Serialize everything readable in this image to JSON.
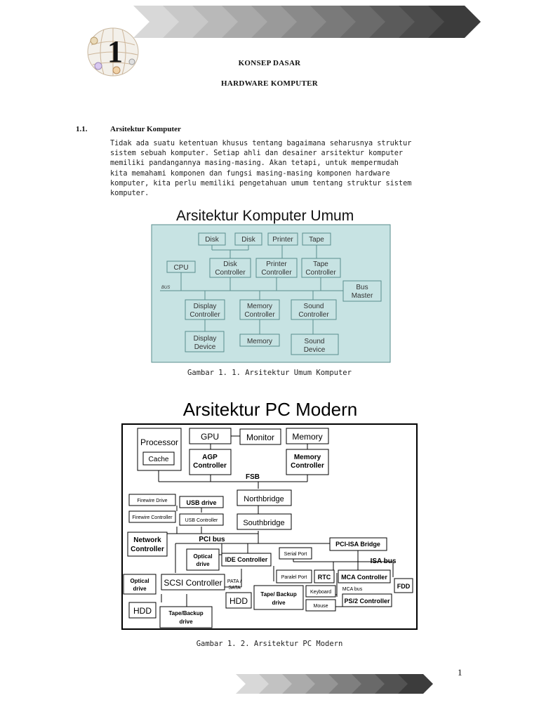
{
  "header": {
    "chapter_number": "1",
    "title_line1": "KONSEP DASAR",
    "title_line2": "HARDWARE KOMPUTER"
  },
  "section": {
    "number": "1.1.",
    "title": "Arsitektur Komputer",
    "paragraph_lines": [
      "Tidak ada suatu ketentuan khusus tentang bagaimana seharusnya struktur",
      "sistem sebuah komputer. Setiap ahli dan desainer arsitektur komputer",
      "memiliki pandangannya masing-masing. Akan tetapi, untuk mempermudah",
      "kita memahami komponen dan fungsi masing-masing komponen hardware",
      "komputer, kita perlu memiliki pengetahuan umum tentang struktur sistem",
      "komputer."
    ]
  },
  "figure1": {
    "title": "Arsitektur Komputer Umum",
    "caption": "Gambar 1. 1. Arsitektur Umum Komputer",
    "bus_label": "BUS",
    "boxes": {
      "disk1": "Disk",
      "disk2": "Disk",
      "printer": "Printer",
      "tape": "Tape",
      "cpu": "CPU",
      "disk_controller": [
        "Disk",
        "Controller"
      ],
      "printer_controller": [
        "Printer",
        "Controller"
      ],
      "tape_controller": [
        "Tape",
        "Controller"
      ],
      "bus_master": [
        "Bus",
        "Master"
      ],
      "display_controller": [
        "Display",
        "Controller"
      ],
      "memory_controller": [
        "Memory",
        "Controller"
      ],
      "sound_controller": [
        "Sound",
        "Controller"
      ],
      "display_device": [
        "Display",
        "Device"
      ],
      "memory": "Memory",
      "sound_device": [
        "Sound",
        "Device"
      ]
    }
  },
  "figure2": {
    "title": "Arsitektur PC Modern",
    "caption": "Gambar 1. 2. Arsitektur PC Modern",
    "labels": {
      "processor": "Processor",
      "cache": "Cache",
      "gpu": "GPU",
      "monitor": "Monitor",
      "memory": "Memory",
      "agp_controller": [
        "AGP",
        "Controller"
      ],
      "memory_controller": [
        "Memory",
        "Controller"
      ],
      "fsb": "FSB",
      "firewire_drive": "Firewire Drive",
      "usb_drive": "USB drive",
      "northbridge": "Northbridge",
      "firewire_controller": "Firewire Controller",
      "usb_controller": "USB Controller",
      "southbridge": "Southbridge",
      "network_controller": [
        "Network",
        "Controller"
      ],
      "pci_bus": "PCI bus",
      "pci_isa_bridge": "PCI-ISA Bridge",
      "serial_port": "Serial Port",
      "optical_drive_top": [
        "Optical",
        "drive"
      ],
      "ide_controller": "IDE Controller",
      "isa_bus": "ISA bus",
      "paralel_port": "Paralel Port",
      "rtc": "RTC",
      "mca_controller": "MCA Controller",
      "optical_drive_left": [
        "Optical",
        "drive"
      ],
      "scsi_controller": "SCSI Controller",
      "pata_sata": [
        "PATA /",
        "SATA"
      ],
      "tape_backup_right": [
        "Tape/ Backup",
        "drive"
      ],
      "keyboard": "Keyboard",
      "mca_bus": "MCA bus",
      "fdd": "FDD",
      "hdd_left": "HDD",
      "hdd_mid": "HDD",
      "mouse": "Mouse",
      "ps2_controller": "PS/2 Controller",
      "tape_backup_left": [
        "Tape/Backup",
        "drive"
      ]
    }
  },
  "footer": {
    "page_number": "1"
  },
  "colors": {
    "diagram1_fill": "#c7e3e3",
    "diagram1_stroke": "#5a8e8e",
    "arrow_dark": "#3c3c3c",
    "arrow_light": "#d8d8d8"
  }
}
